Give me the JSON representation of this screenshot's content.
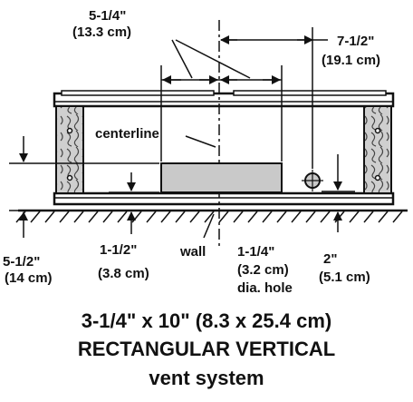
{
  "labels": {
    "dim_width_in": "5-1/4\"",
    "dim_width_cm": "(13.3 cm)",
    "dim_hole_offset_in": "7-1/2\"",
    "dim_hole_offset_cm": "(19.1 cm)",
    "centerline": "centerline",
    "dim_floor_in": "5-1/2\"",
    "dim_floor_cm": "(14 cm)",
    "dim_slot_in": "1-1/2\"",
    "dim_slot_cm": "(3.8 cm)",
    "wall": "wall",
    "hole_dia_in": "1-1/4\"",
    "hole_dia_cm": "(3.2 cm)",
    "hole_dia_note": "dia. hole",
    "dim_hole_height_in": "2\"",
    "dim_hole_height_cm": "(5.1 cm)"
  },
  "caption": {
    "line1": "3-1/4\" x 10\" (8.3 x 25.4 cm)",
    "line2": "RECTANGULAR VERTICAL",
    "line3": "vent system"
  },
  "colors": {
    "slot_fill": "#c9c9c9",
    "hole_fill": "#c9c9c9",
    "wood_fill": "#bdbdbd",
    "line": "#111111"
  }
}
